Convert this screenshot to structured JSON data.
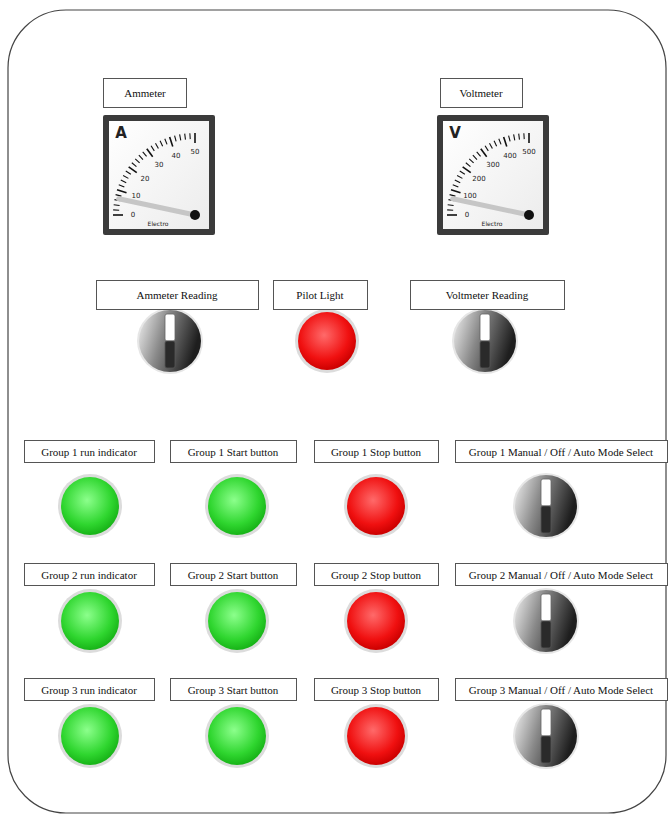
{
  "diagram": {
    "nodes": [
      {
        "text": [
          "Ammeter"
        ]
      },
      {
        "text": [
          "Voltmeter"
        ]
      },
      {
        "text": [
          "Ammeter Reading"
        ]
      },
      {
        "text": [
          "Pilot Light"
        ]
      },
      {
        "text": [
          "Voltmeter Reading"
        ]
      },
      {
        "text": [
          "Group 1 run indicator"
        ]
      },
      {
        "text": [
          "Group 1 Start button"
        ]
      },
      {
        "text": [
          "Group 1 Stop button"
        ]
      },
      {
        "text": [
          "Group 1 Manual / Off / Auto Mode Select"
        ]
      },
      {
        "text": [
          "Group 2 run indicator"
        ]
      },
      {
        "text": [
          "Group 2 Start button"
        ]
      },
      {
        "text": [
          "Group 2 Stop button"
        ]
      },
      {
        "text": [
          "Group 2 Manual / Off / Auto Mode Select"
        ]
      },
      {
        "text": [
          "Group 3 run indicator"
        ]
      },
      {
        "text": [
          "Group 3 Start button"
        ]
      },
      {
        "text": [
          "Group 3 Stop button"
        ]
      },
      {
        "text": [
          "Group 3 Manual / Off / Auto Mode Select"
        ]
      }
    ],
    "labels": [
      "A",
      "0",
      "10",
      "20",
      "30",
      "40",
      "50",
      "Electro",
      "V",
      "0",
      "100",
      "200",
      "300",
      "400",
      "500",
      "Electro"
    ]
  }
}
